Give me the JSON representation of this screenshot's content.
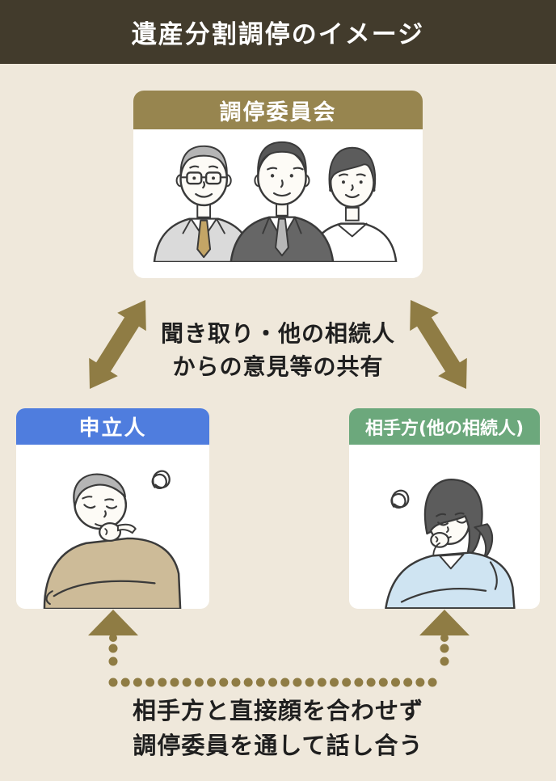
{
  "title": "遺産分割調停のイメージ",
  "colors": {
    "header_bg": "#423b2c",
    "page_bg": "#efe8db",
    "card_bg": "#ffffff",
    "committee_header_bg": "#97854f",
    "petitioner_header_bg": "#4f7dde",
    "respondent_header_bg": "#6ca87c",
    "arrow": "#8f7c44",
    "text": "#1f1f1f"
  },
  "committee_card": {
    "label": "調停委員会"
  },
  "petitioner_card": {
    "label": "申立人"
  },
  "respondent_card": {
    "label": "相手方(他の相続人)"
  },
  "middle_note": {
    "line1": "聞き取り・他の相続人",
    "line2": "からの意見等の共有"
  },
  "bottom_note": {
    "line1": "相手方と直接顔を合わせず",
    "line2": "調停委員を通して話し合う"
  },
  "icons": {
    "committee_illustration": "three-mediation-committee-members",
    "petitioner_illustration": "worried-elderly-man-thinking",
    "respondent_illustration": "worried-woman-thinking",
    "left_arrow": "double-headed-diagonal-arrow",
    "right_arrow": "double-headed-diagonal-arrow",
    "bottom_connector": "dotted-line-with-up-triangle-arrows"
  }
}
